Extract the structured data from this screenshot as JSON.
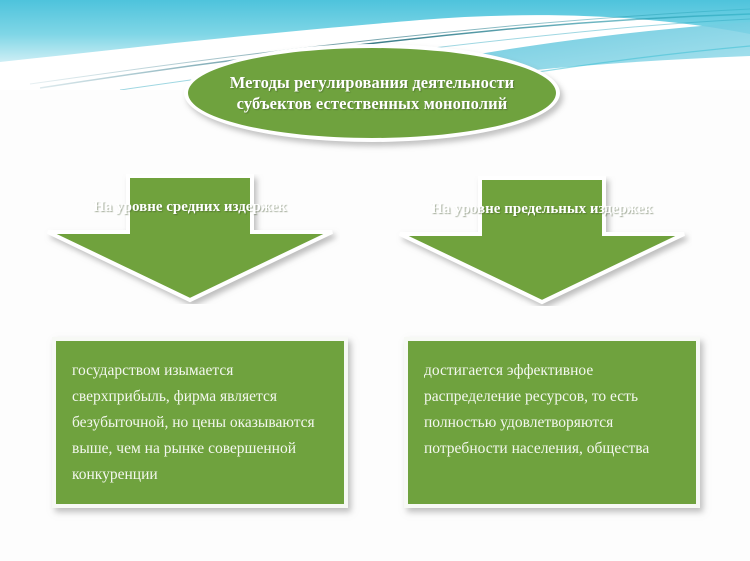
{
  "slide": {
    "background_color": "#fdfdfd",
    "accent_green": "#6fa23e",
    "banner_cyan": "#5ec8de",
    "text_color": "#ffffff"
  },
  "banner": {
    "name": "decorative-wave-banner",
    "description": "cyan gradient swoosh ribbon across the top"
  },
  "title": {
    "text": "Методы регулирования деятельности субъектов естественных монополий"
  },
  "branches": [
    {
      "arrow_label": "На уровне средних издержек",
      "description": "государством изымается сверхприбыль, фирма является безубыточной, но цены оказываются выше, чем на рынке совершенной конкуренции"
    },
    {
      "arrow_label": "На уровне предельных издержек",
      "description": "достигается эффективное распределение ресурсов, то есть полностью удовлетворяются потребности населения, общества"
    }
  ]
}
